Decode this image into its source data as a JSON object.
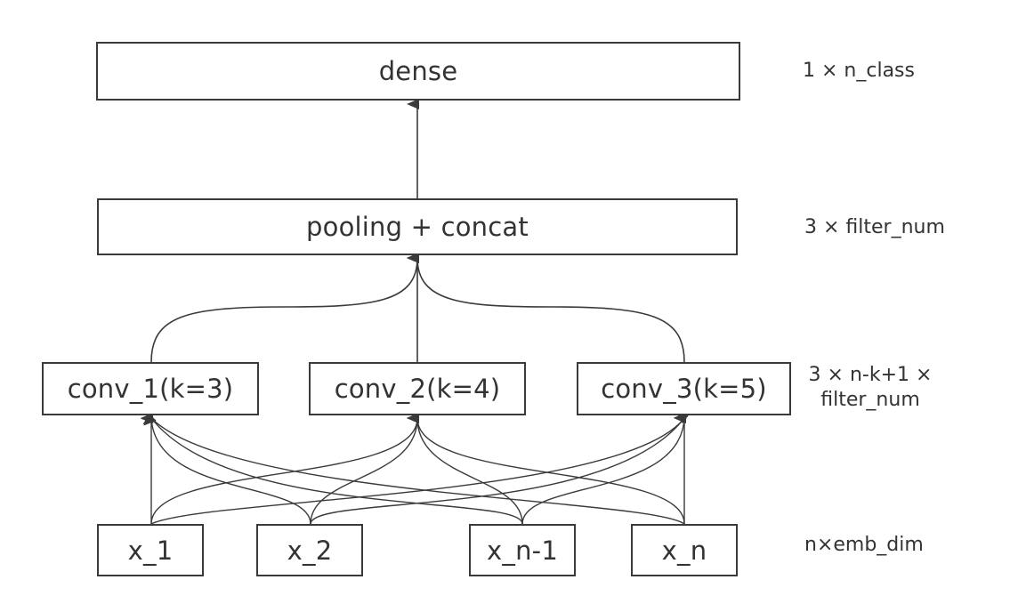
{
  "diagram": {
    "nodes": {
      "dense": "dense",
      "pooling": "pooling + concat",
      "conv1": "conv_1(k=3)",
      "conv2": "conv_2(k=4)",
      "conv3": "conv_3(k=5)",
      "x1": "x_1",
      "x2": "x_2",
      "xn1": "x_n-1",
      "xn": "x_n"
    },
    "shape_notes": {
      "dense": "1 × n_class",
      "pooling": "3 × filter_num",
      "conv_line1": "3 × n-k+1 ×",
      "conv_line2": "filter_num",
      "input": "n×emb_dim"
    },
    "colors": {
      "stroke": "#3a3a3a",
      "text": "#333333",
      "background": "#ffffff"
    }
  }
}
